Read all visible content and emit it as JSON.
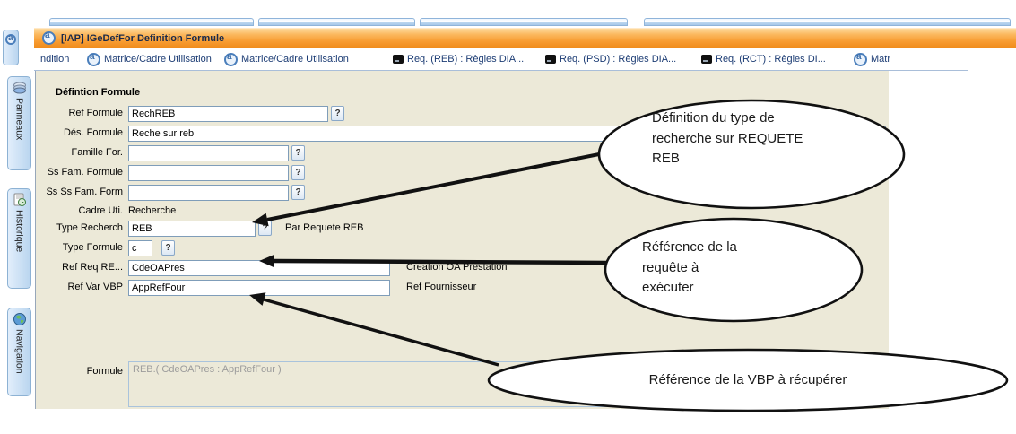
{
  "window_title": "[IAP] IGeDefFor Definition Formule",
  "tab_bar": {
    "items": [
      {
        "label": "ndition",
        "icon": "none"
      },
      {
        "label": "Matrice/Cadre Utilisation",
        "icon": "app-logo"
      },
      {
        "label": "Matrice/Cadre Utilisation",
        "icon": "app-logo"
      },
      {
        "label": "Req. (REB) : Règles DIA...",
        "icon": "console"
      },
      {
        "label": "Req. (PSD) : Règles DIA...",
        "icon": "console"
      },
      {
        "label": "Req. (RCT) : Règles DI...",
        "icon": "console"
      },
      {
        "label": "Matr",
        "icon": "app-logo"
      }
    ]
  },
  "sidebar": {
    "items": [
      {
        "label": "Panneaux",
        "icon": "panels-icon"
      },
      {
        "label": "Historique",
        "icon": "history-icon"
      },
      {
        "label": "Navigation",
        "icon": "globe-icon"
      }
    ]
  },
  "form": {
    "title": "Défintion Formule",
    "help_label": "?",
    "fields": [
      {
        "label": "Ref Formule",
        "value": "RechREB"
      },
      {
        "label": "Dés. Formule",
        "value": "Reche sur reb"
      },
      {
        "label": "Famille For.",
        "value": ""
      },
      {
        "label": "Ss Fam. Formule",
        "value": ""
      },
      {
        "label": "Ss Ss Fam. Form",
        "value": ""
      },
      {
        "label": "Cadre Uti.",
        "value": "Recherche"
      },
      {
        "label": "Type Recherch",
        "value": "REB",
        "note": "Par Requete REB"
      },
      {
        "label": "Type Formule",
        "value": "c"
      },
      {
        "label": "Ref Req  RE...",
        "value": "CdeOAPres",
        "note": "Creation OA Prestation"
      },
      {
        "label": "Ref Var VBP",
        "value": "AppRefFour",
        "note": "Ref Fournisseur"
      },
      {
        "label": "Formule",
        "value": "REB.( CdeOAPres : AppRefFour )"
      }
    ]
  },
  "callouts": [
    {
      "text": "Définition du type de recherche sur REQUETE REB"
    },
    {
      "text": "Référence de la requête à exécuter"
    },
    {
      "text": "Référence de la VBP à récupérer"
    }
  ],
  "colors": {
    "titlebar_orange": "#f89d33",
    "panel_beige": "#ece9d8",
    "tab_text_blue": "#1c3c74",
    "input_border": "#7f9db9"
  }
}
